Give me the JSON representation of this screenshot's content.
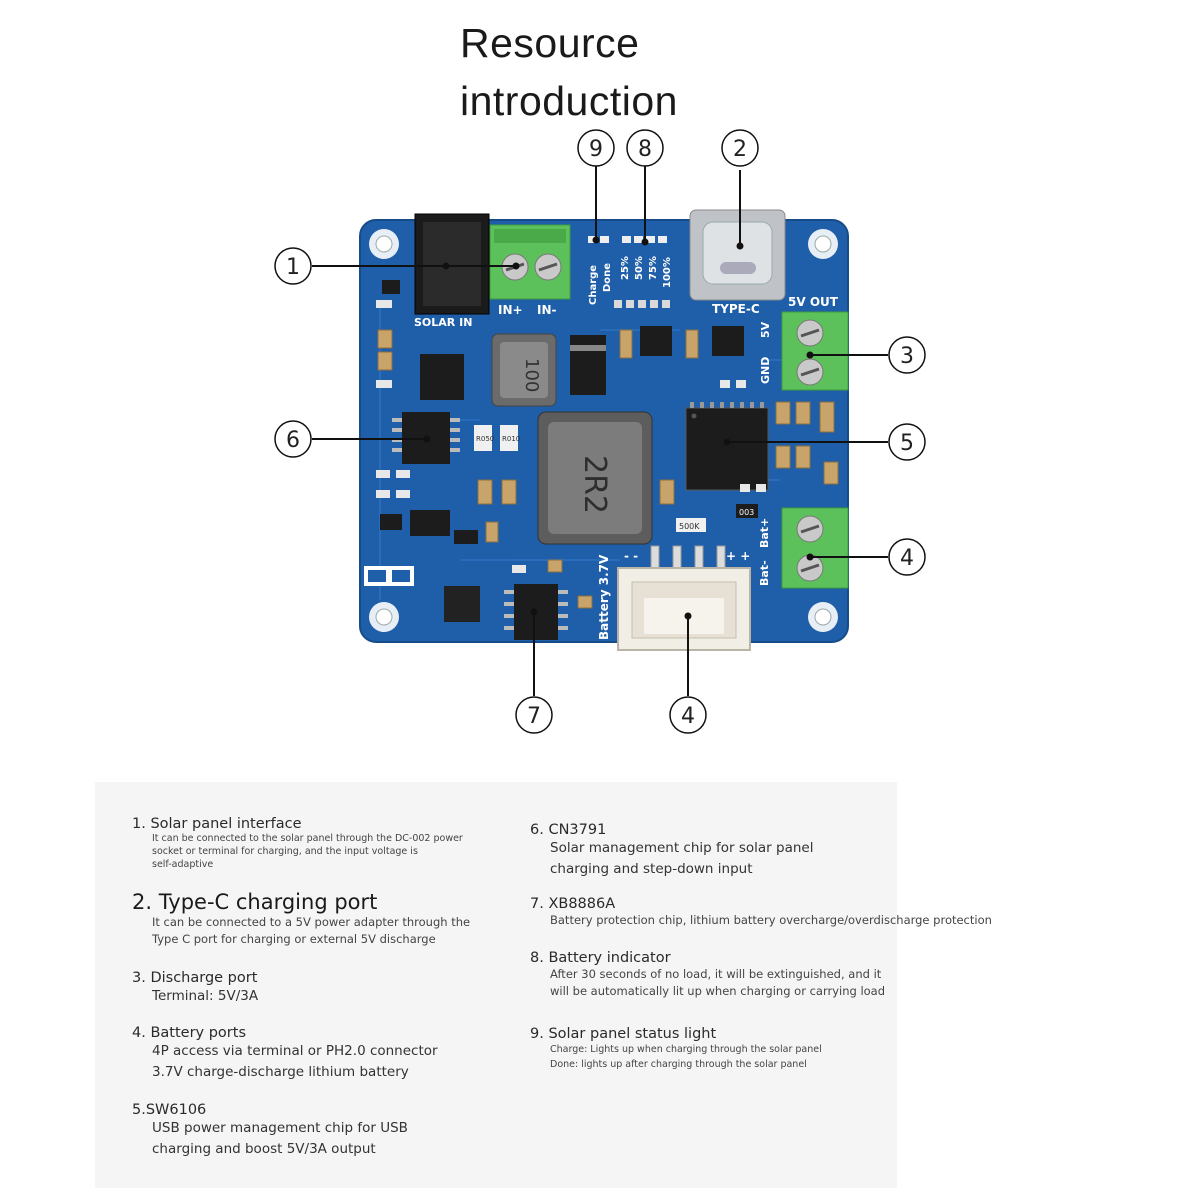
{
  "title": "Resource introduction",
  "board": {
    "silkscreen": {
      "solar_in": "SOLAR IN",
      "in_plus": "IN+",
      "in_minus": "IN-",
      "charge": "Charge",
      "done": "Done",
      "pct25": "25%",
      "pct50": "50%",
      "pct75": "75%",
      "pct100": "100%",
      "type_c": "TYPE-C",
      "v5_out": "5V OUT",
      "v5": "5V",
      "gnd": "GND",
      "battery": "Battery 3.7V",
      "bat_minus": "Bat-",
      "bat_plus": "Bat+",
      "minus_minus": "- -",
      "plus_plus": "+ +",
      "inductor_top": "100",
      "inductor_main": "2R2",
      "res_r050": "R050",
      "res_r010": "R010",
      "res_500k": "500K",
      "res_003": "003"
    },
    "callouts": [
      "1",
      "2",
      "3",
      "4",
      "4",
      "5",
      "6",
      "7",
      "8",
      "9"
    ]
  },
  "left_column": [
    {
      "title": "1. Solar panel interface",
      "lines": [
        "It can be connected to the solar panel through the DC-002 power",
        "socket or terminal for charging, and the input voltage is",
        "self-adaptive"
      ]
    },
    {
      "title": "2. Type-C charging port",
      "lines": [
        "It can be connected to a 5V power adapter through the",
        "Type C port for charging or external 5V discharge"
      ]
    },
    {
      "title": "3. Discharge port",
      "lines": [
        "Terminal: 5V/3A"
      ]
    },
    {
      "title": "4. Battery ports",
      "lines": [
        "4P access via terminal or PH2.0 connector",
        "3.7V charge-discharge lithium battery"
      ]
    },
    {
      "title": "5.SW6106",
      "lines": [
        "USB power management chip for USB",
        "charging and boost 5V/3A output"
      ]
    }
  ],
  "right_column": [
    {
      "title": "6. CN3791",
      "lines": [
        "Solar management chip for solar panel",
        "charging and step-down input"
      ]
    },
    {
      "title": "7. XB8886A",
      "lines": [
        "Battery protection chip, lithium battery overcharge/overdischarge protection"
      ]
    },
    {
      "title": "8. Battery indicator",
      "lines": [
        "After 30 seconds of no load, it will be extinguished, and it",
        "will be automatically lit up when charging or carrying load"
      ]
    },
    {
      "title": "9. Solar panel status light",
      "lines": [
        "Charge: Lights up when charging through the solar panel",
        "Done: lights up after charging through the solar panel"
      ]
    }
  ],
  "colors": {
    "pcb": "#1f5ea8",
    "terminal": "#5cc15a",
    "connector": "#f1eee6",
    "chip": "#1c1c1c"
  }
}
